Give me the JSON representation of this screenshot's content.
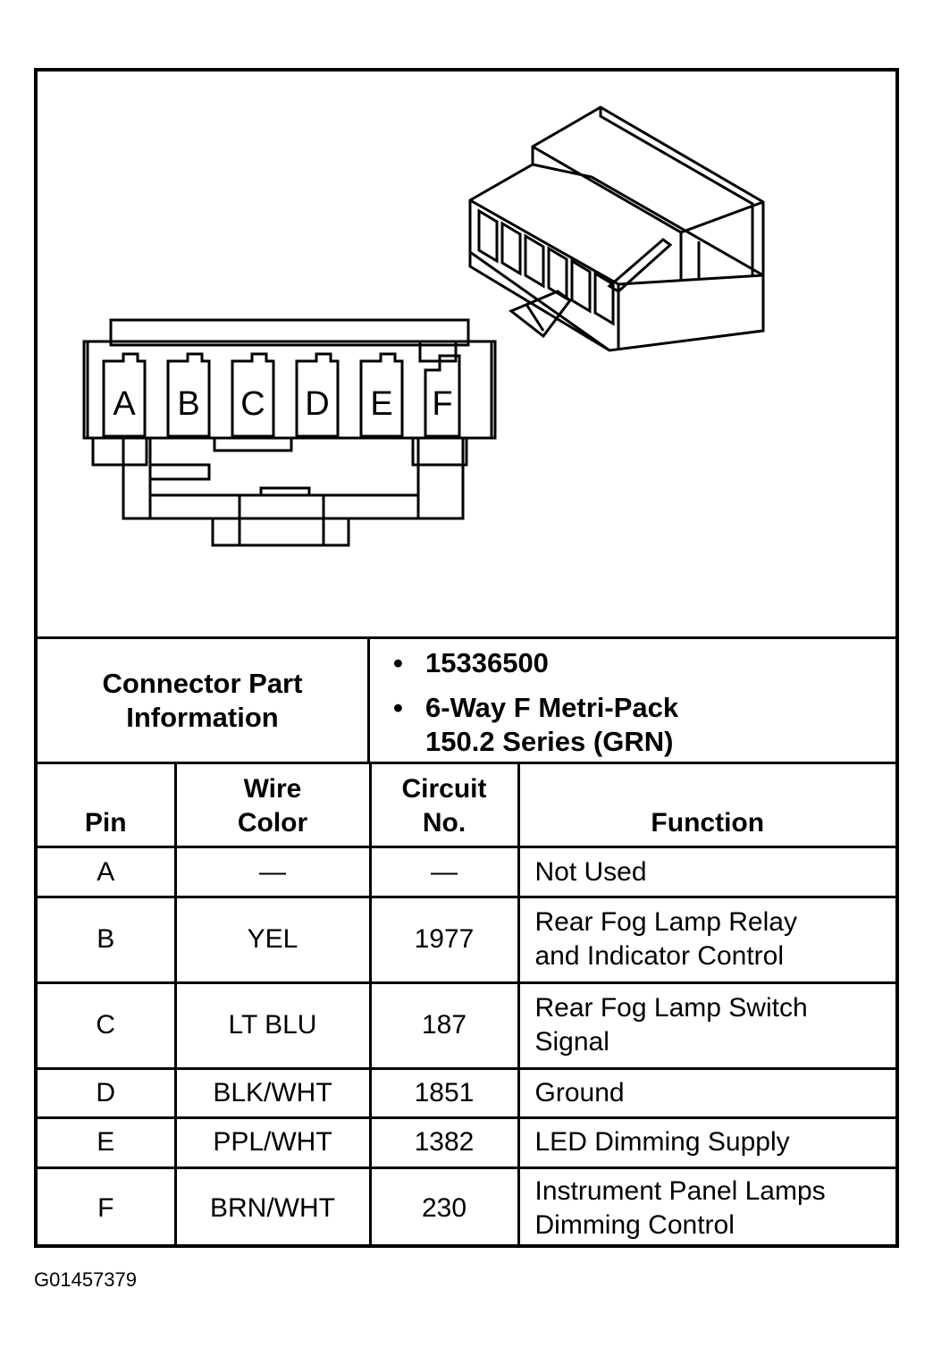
{
  "diagram": {
    "pin_letters": [
      "A",
      "B",
      "C",
      "D",
      "E",
      "F"
    ]
  },
  "connector_info": {
    "label": "Connector Part\nInformation",
    "part_number": "15336500",
    "description_line1": "6-Way F Metri-Pack",
    "description_line2": "150.2 Series (GRN)"
  },
  "table": {
    "headers": {
      "pin": "Pin",
      "wire_color": "Wire\nColor",
      "circuit": "Circuit\nNo.",
      "function": "Function"
    },
    "rows": [
      {
        "pin": "A",
        "wire_color": "—",
        "circuit": "—",
        "function": "Not Used"
      },
      {
        "pin": "B",
        "wire_color": "YEL",
        "circuit": "1977",
        "function": "Rear Fog Lamp Relay\nand Indicator Control"
      },
      {
        "pin": "C",
        "wire_color": "LT BLU",
        "circuit": "187",
        "function": "Rear Fog Lamp Switch\nSignal"
      },
      {
        "pin": "D",
        "wire_color": "BLK/WHT",
        "circuit": "1851",
        "function": "Ground"
      },
      {
        "pin": "E",
        "wire_color": "PPL/WHT",
        "circuit": "1382",
        "function": "LED Dimming Supply"
      },
      {
        "pin": "F",
        "wire_color": "BRN/WHT",
        "circuit": "230",
        "function": "Instrument Panel Lamps\nDimming Control"
      }
    ]
  },
  "figure_id": "G01457379"
}
